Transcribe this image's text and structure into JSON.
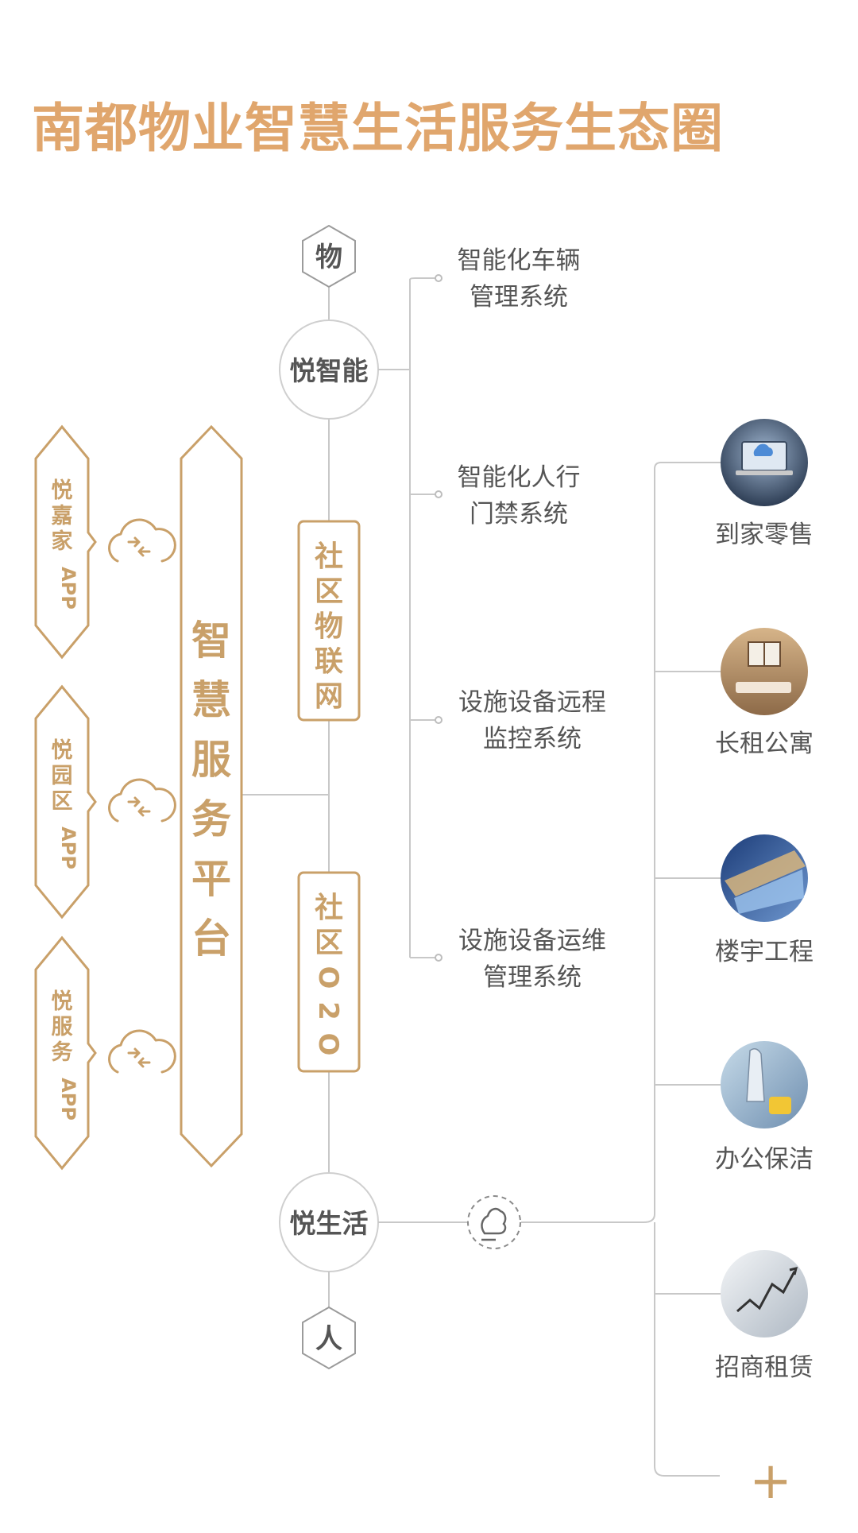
{
  "title": "南都物业智慧生活服务生态圈",
  "colors": {
    "accent": "#C9A069",
    "title": "#E0A66D",
    "line": "#C8C8C8",
    "text": "#555555"
  },
  "axis": {
    "top": "物",
    "bottom": "人"
  },
  "hubs": {
    "smart": "悦智能",
    "life": "悦生活"
  },
  "platform": {
    "label_chars": [
      "智",
      "慧",
      "服",
      "务",
      "平",
      "台"
    ]
  },
  "modules": [
    {
      "chars": [
        "社",
        "区",
        "物",
        "联",
        "网"
      ]
    },
    {
      "chars": [
        "社",
        "区",
        "O",
        "2",
        "O"
      ]
    }
  ],
  "apps": [
    {
      "chars": [
        "悦",
        "嘉",
        "家"
      ],
      "suffix": "APP",
      "icon": "cloud-sync-icon"
    },
    {
      "chars": [
        "悦",
        "园",
        "区"
      ],
      "suffix": "APP",
      "icon": "cloud-sync-icon"
    },
    {
      "chars": [
        "悦",
        "服",
        "务"
      ],
      "suffix": "APP",
      "icon": "cloud-sync-icon"
    }
  ],
  "systems": [
    {
      "line1": "智能化车辆",
      "line2": "管理系统"
    },
    {
      "line1": "智能化人行",
      "line2": "门禁系统"
    },
    {
      "line1": "设施设备远程",
      "line2": "监控系统"
    },
    {
      "line1": "设施设备运维",
      "line2": "管理系统"
    }
  ],
  "services": [
    {
      "label": "到家零售",
      "icon": "laptop-photo"
    },
    {
      "label": "长租公寓",
      "icon": "apartment-photo"
    },
    {
      "label": "楼宇工程",
      "icon": "building-photo"
    },
    {
      "label": "办公保洁",
      "icon": "cleaning-photo"
    },
    {
      "label": "招商租赁",
      "icon": "leasing-chart-photo"
    }
  ],
  "more": "+"
}
